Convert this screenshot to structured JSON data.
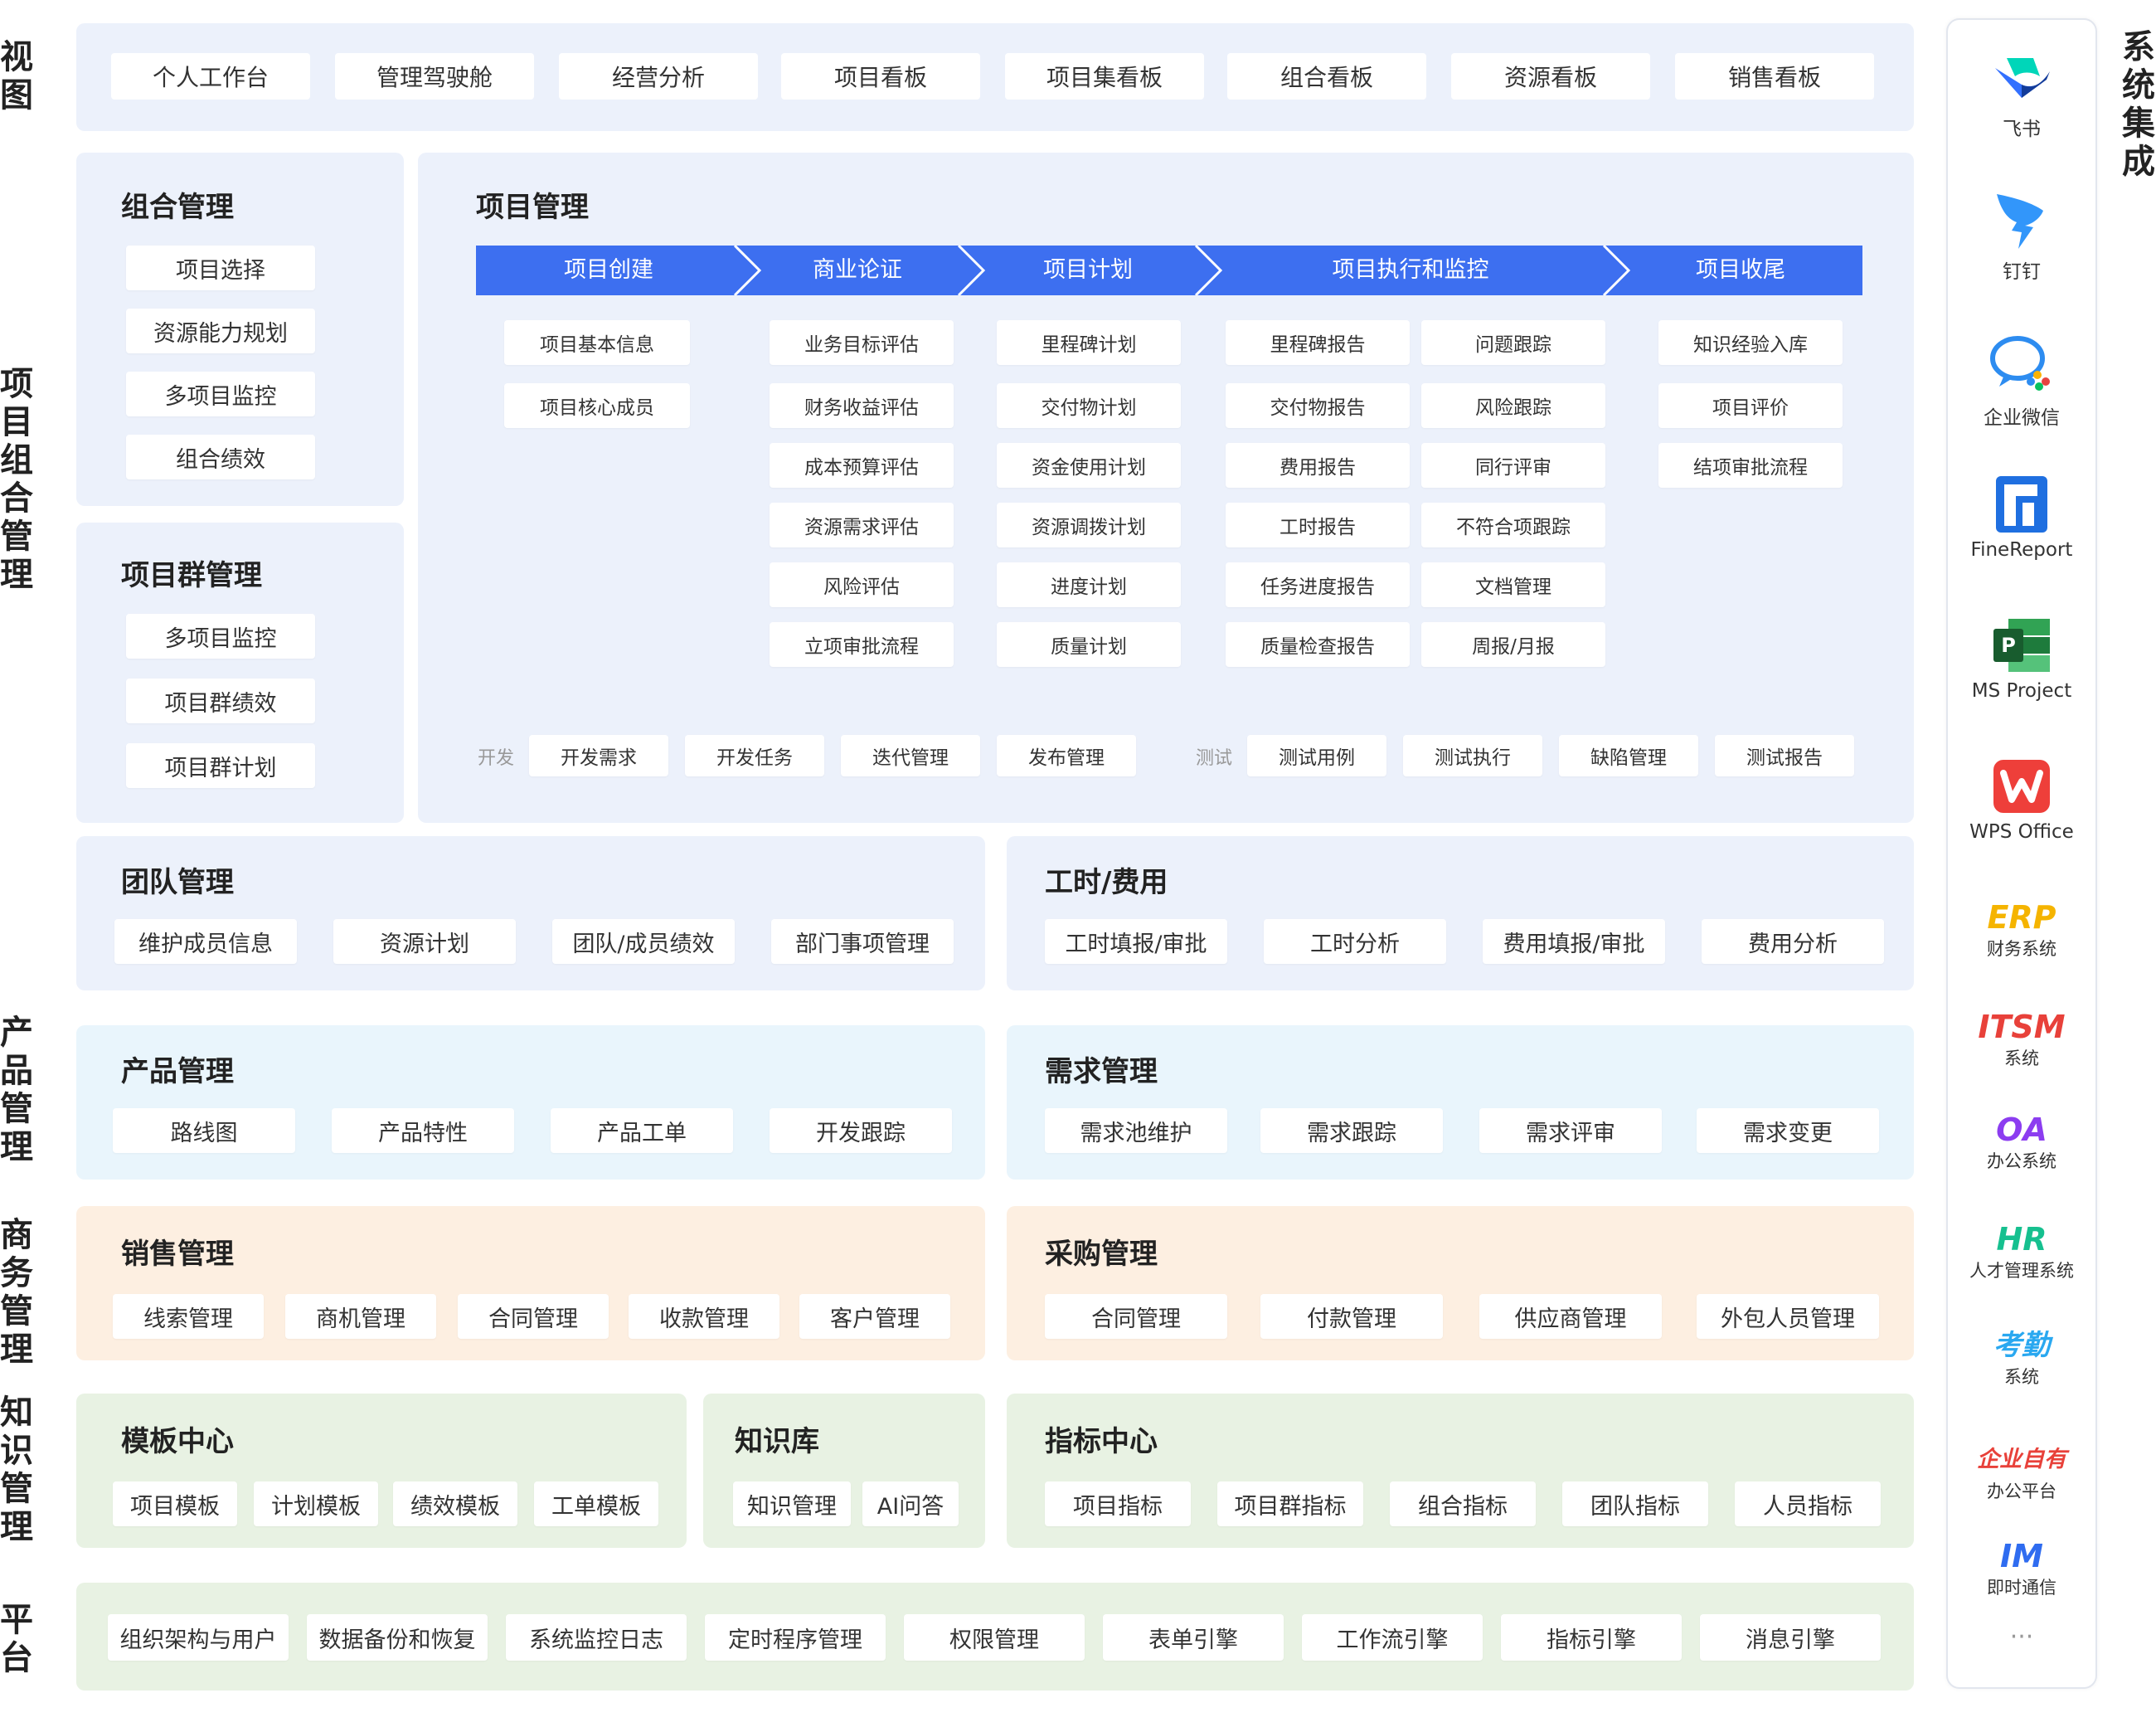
{
  "side_labels": {
    "view": "视图",
    "project": "项目组合管理",
    "product": "产品管理",
    "business": "商务管理",
    "knowledge": "知识管理",
    "platform": "平台"
  },
  "integration_label": "系统集成",
  "views": [
    "个人工作台",
    "管理驾驶舱",
    "经营分析",
    "项目看板",
    "项目集看板",
    "组合看板",
    "资源看板",
    "销售看板"
  ],
  "portfolio": {
    "title": "组合管理",
    "items": [
      "项目选择",
      "资源能力规划",
      "多项目监控",
      "组合绩效"
    ]
  },
  "program": {
    "title": "项目群管理",
    "items": [
      "多项目监控",
      "项目群绩效",
      "项目群计划"
    ]
  },
  "project_mgmt": {
    "title": "项目管理",
    "phases": [
      "项目创建",
      "商业论证",
      "项目计划",
      "项目执行和监控",
      "项目收尾"
    ],
    "col_create": [
      "项目基本信息",
      "项目核心成员"
    ],
    "col_business": [
      "业务目标评估",
      "财务收益评估",
      "成本预算评估",
      "资源需求评估",
      "风险评估",
      "立项审批流程"
    ],
    "col_plan": [
      "里程碑计划",
      "交付物计划",
      "资金使用计划",
      "资源调拨计划",
      "进度计划",
      "质量计划"
    ],
    "col_exec_a": [
      "里程碑报告",
      "交付物报告",
      "费用报告",
      "工时报告",
      "任务进度报告",
      "质量检查报告"
    ],
    "col_exec_b": [
      "问题跟踪",
      "风险跟踪",
      "同行评审",
      "不符合项跟踪",
      "文档管理",
      "周报/月报"
    ],
    "col_close": [
      "知识经验入库",
      "项目评价",
      "结项审批流程"
    ],
    "dev_label": "开发",
    "dev_items": [
      "开发需求",
      "开发任务",
      "迭代管理",
      "发布管理"
    ],
    "test_label": "测试",
    "test_items": [
      "测试用例",
      "测试执行",
      "缺陷管理",
      "测试报告"
    ]
  },
  "team": {
    "title": "团队管理",
    "items": [
      "维护成员信息",
      "资源计划",
      "团队/成员绩效",
      "部门事项管理"
    ]
  },
  "timecost": {
    "title": "工时/费用",
    "items": [
      "工时填报/审批",
      "工时分析",
      "费用填报/审批",
      "费用分析"
    ]
  },
  "product": {
    "title": "产品管理",
    "items": [
      "路线图",
      "产品特性",
      "产品工单",
      "开发跟踪"
    ]
  },
  "requirement": {
    "title": "需求管理",
    "items": [
      "需求池维护",
      "需求跟踪",
      "需求评审",
      "需求变更"
    ]
  },
  "sales": {
    "title": "销售管理",
    "items": [
      "线索管理",
      "商机管理",
      "合同管理",
      "收款管理",
      "客户管理"
    ]
  },
  "purchase": {
    "title": "采购管理",
    "items": [
      "合同管理",
      "付款管理",
      "供应商管理",
      "外包人员管理"
    ]
  },
  "template": {
    "title": "模板中心",
    "items": [
      "项目模板",
      "计划模板",
      "绩效模板",
      "工单模板"
    ]
  },
  "knowledge": {
    "title": "知识库",
    "items": [
      "知识管理",
      "AI问答"
    ]
  },
  "metrics": {
    "title": "指标中心",
    "items": [
      "项目指标",
      "项目群指标",
      "组合指标",
      "团队指标",
      "人员指标"
    ]
  },
  "platform": {
    "items": [
      "组织架构与用户",
      "数据备份和恢复",
      "系统监控日志",
      "定时程序管理",
      "权限管理",
      "表单引擎",
      "工作流引擎",
      "指标引擎",
      "消息引擎"
    ]
  },
  "integrations": {
    "feishu": "飞书",
    "dingtalk": "钉钉",
    "wecom": "企业微信",
    "finereport": "FineReport",
    "msproject": "MS Project",
    "wps": "WPS Office",
    "erp_big": "ERP",
    "erp_sub": "财务系统",
    "itsm_big": "ITSM",
    "itsm_sub": "系统",
    "oa_big": "OA",
    "oa_sub": "办公系统",
    "hr_big": "HR",
    "hr_sub": "人才管理系统",
    "kq_big": "考勤",
    "kq_sub": "系统",
    "qy_big": "企业自有",
    "qy_sub": "办公平台",
    "im_big": "IM",
    "im_sub": "即时通信",
    "more": "···"
  },
  "colors": {
    "phase_bar": "#3d6ff0",
    "erp": "#f5b400",
    "itsm": "#e8413a",
    "oa": "#8c3df0",
    "hr": "#16c08f",
    "kq": "#2aa8f0",
    "qy": "#e8413a",
    "im": "#2f6cf0"
  }
}
